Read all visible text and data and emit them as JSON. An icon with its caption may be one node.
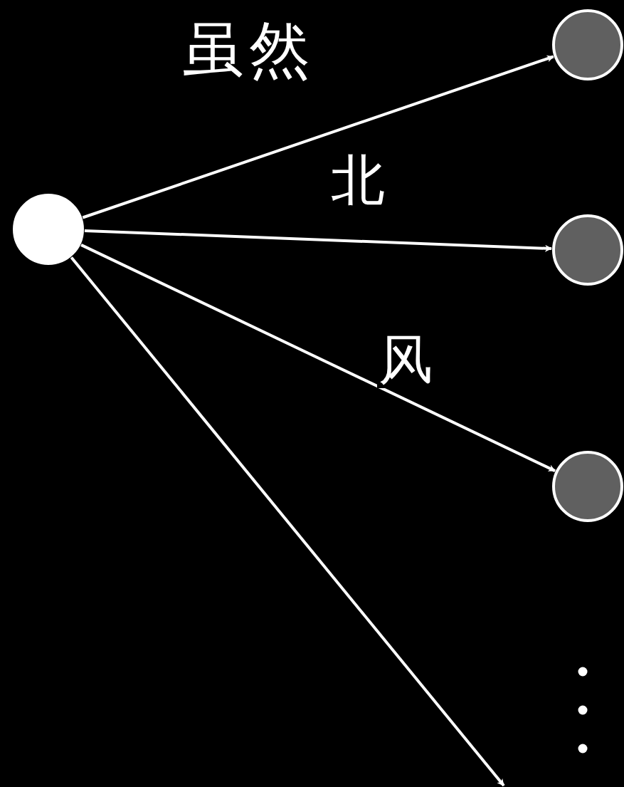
{
  "diagram": {
    "nodes": [
      {
        "text": [],
        "shape": "circle"
      },
      {
        "text": [],
        "shape": "circle"
      },
      {
        "text": [],
        "shape": "circle"
      },
      {
        "text": [],
        "shape": "circle"
      }
    ],
    "edges": [
      {
        "from": 0,
        "to": 1,
        "arrow": "to",
        "label": "虽然"
      },
      {
        "from": 0,
        "to": 2,
        "arrow": "to",
        "label": "北"
      },
      {
        "from": 0,
        "to": 3,
        "arrow": "to",
        "label": "风"
      },
      {
        "from": 0,
        "to": null,
        "arrow": "to"
      }
    ]
  }
}
